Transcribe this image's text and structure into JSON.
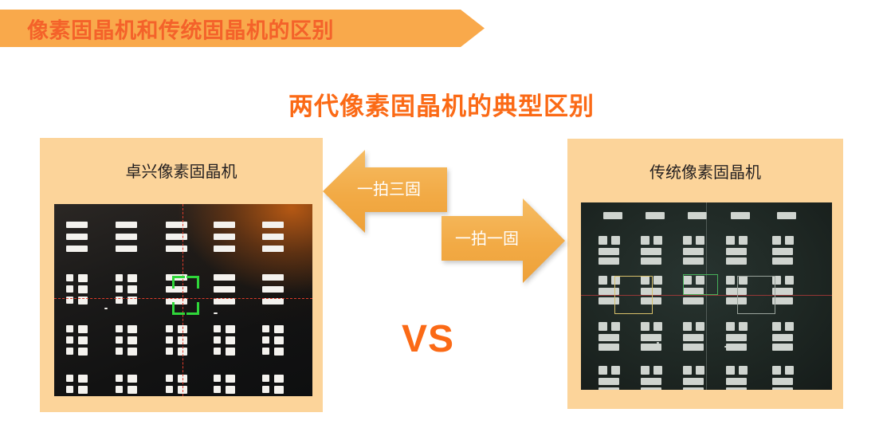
{
  "banner": {
    "title": "像素固晶机和传统固晶机的区别",
    "bg_color": "#F9A94B",
    "text_color": "#F4622A"
  },
  "heading": {
    "text": "两代像素固晶机的典型区别",
    "color": "#FB6A16"
  },
  "comparison": {
    "vs_label": "VS",
    "vs_color": "#FB6A16",
    "card_bg_color": "#FCD49A",
    "left": {
      "title": "卓兴像素固晶机",
      "photo_alt": "dark microscope view of LED pixel pads with red crosshair and green alignment bracket"
    },
    "right": {
      "title": "传统像素固晶机",
      "photo_alt": "dark PCB microscope view of pixel clusters with yellow and green detection boxes"
    }
  },
  "arrows": [
    {
      "label": "一拍三固",
      "direction": "left",
      "color": "#F2AA45",
      "text_color": "#FFFFFF"
    },
    {
      "label": "一拍一固",
      "direction": "right",
      "color": "#F2AA45",
      "text_color": "#FFFFFF"
    }
  ]
}
